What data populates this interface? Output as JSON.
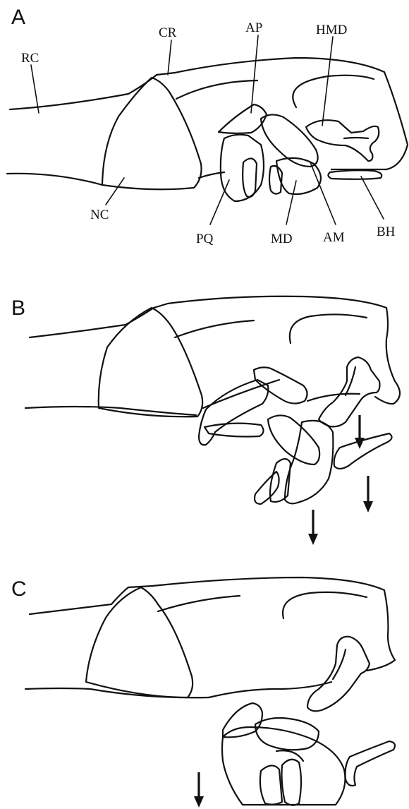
{
  "figure": {
    "panels": [
      {
        "letter": "A",
        "labels": {
          "rc": "RC",
          "cr": "CR",
          "ap": "AP",
          "hmd": "HMD",
          "nc": "NC",
          "pq": "PQ",
          "md": "MD",
          "am": "AM",
          "bh": "BH"
        }
      },
      {
        "letter": "B"
      },
      {
        "letter": "C"
      }
    ]
  }
}
